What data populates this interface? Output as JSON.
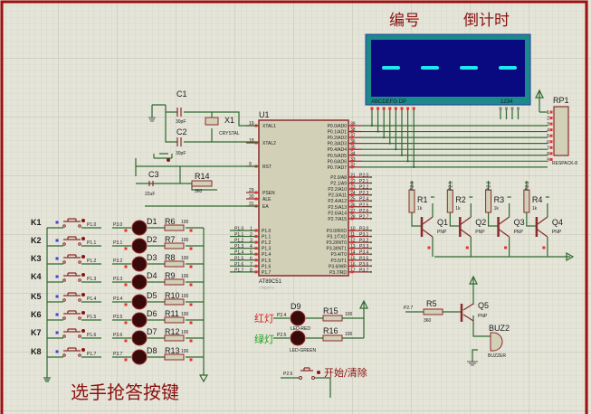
{
  "titles": {
    "number": "编号",
    "countdown": "倒计时",
    "keys_title": "选手抢答按键",
    "red_light": "红灯",
    "green_light": "绿灯",
    "start_clear": "开始/清除"
  },
  "display": {
    "segments_label": "ABCDEFG  DP",
    "digits_label": "1234",
    "digits": [
      "-",
      "-",
      "-",
      "-"
    ]
  },
  "mcu": {
    "ref": "U1",
    "part": "AT89C51",
    "text": "<TEXT>",
    "left_pins": [
      {
        "num": "19",
        "name": "XTAL1"
      },
      {
        "num": "18",
        "name": "XTAL2"
      },
      {
        "num": "9",
        "name": "RST"
      },
      {
        "num": "29",
        "name": "PSEN"
      },
      {
        "num": "30",
        "name": "ALE"
      },
      {
        "num": "31",
        "name": "EA"
      }
    ],
    "p1_pins": [
      {
        "num": "1",
        "name": "P1.0"
      },
      {
        "num": "2",
        "name": "P1.1"
      },
      {
        "num": "3",
        "name": "P1.2"
      },
      {
        "num": "4",
        "name": "P1.3"
      },
      {
        "num": "5",
        "name": "P1.4"
      },
      {
        "num": "6",
        "name": "P1.5"
      },
      {
        "num": "7",
        "name": "P1.6"
      },
      {
        "num": "8",
        "name": "P1.7"
      }
    ],
    "p0_pins": [
      {
        "num": "39",
        "name": "P0.0/AD0"
      },
      {
        "num": "38",
        "name": "P0.1/AD1"
      },
      {
        "num": "37",
        "name": "P0.2/AD2"
      },
      {
        "num": "36",
        "name": "P0.3/AD3"
      },
      {
        "num": "35",
        "name": "P0.4/AD4"
      },
      {
        "num": "34",
        "name": "P0.5/AD5"
      },
      {
        "num": "33",
        "name": "P0.6/AD6"
      },
      {
        "num": "32",
        "name": "P0.7/AD7"
      }
    ],
    "p2_pins": [
      {
        "num": "21",
        "name": "P2.0/A8"
      },
      {
        "num": "22",
        "name": "P2.1/A9"
      },
      {
        "num": "23",
        "name": "P2.2/A10"
      },
      {
        "num": "24",
        "name": "P2.3/A11"
      },
      {
        "num": "25",
        "name": "P2.4/A12"
      },
      {
        "num": "26",
        "name": "P2.5/A13"
      },
      {
        "num": "27",
        "name": "P2.6/A14"
      },
      {
        "num": "28",
        "name": "P2.7/A15"
      }
    ],
    "p3_pins": [
      {
        "num": "10",
        "name": "P3.0/RXD"
      },
      {
        "num": "11",
        "name": "P3.1/TXD"
      },
      {
        "num": "12",
        "name": "P3.2/INT0"
      },
      {
        "num": "13",
        "name": "P3.3/INT1"
      },
      {
        "num": "14",
        "name": "P3.4/T0"
      },
      {
        "num": "15",
        "name": "P3.5/T1"
      },
      {
        "num": "16",
        "name": "P3.6/WR"
      },
      {
        "num": "17",
        "name": "P3.7/RD"
      }
    ],
    "p2_nets": [
      "P2.0",
      "P2.1",
      "P2.2",
      "P2.3",
      "P2.4",
      "P2.5",
      "P2.6",
      "P2.7"
    ],
    "p3_nets": [
      "P3.0",
      "P3.1",
      "P3.2",
      "P3.3",
      "P3.4",
      "P3.5",
      "P3.6",
      "P3.7"
    ],
    "p1_nets": [
      "P1.0",
      "P1.1",
      "P1.2",
      "P1.3",
      "P1.4",
      "P1.5",
      "P1.6",
      "P1.7"
    ]
  },
  "components": {
    "c1": {
      "ref": "C1",
      "value": "30pF"
    },
    "c2": {
      "ref": "C2",
      "value": "30pF"
    },
    "x1": {
      "ref": "X1",
      "value": "CRYSTAL"
    },
    "c3": {
      "ref": "C3",
      "value": "22uF"
    },
    "r14": {
      "ref": "R14",
      "value": "360"
    },
    "rp1": {
      "ref": "RP1",
      "value": "RESPACK-8",
      "pins": [
        "1",
        "2",
        "3",
        "4",
        "5",
        "6",
        "7",
        "8",
        "9"
      ]
    },
    "r5": {
      "ref": "R5",
      "value": "360",
      "net": "P2.7"
    },
    "q5": {
      "ref": "Q5",
      "value": "PNP"
    },
    "buz2": {
      "ref": "BUZ2",
      "value": "BUZZER"
    },
    "d9": {
      "ref": "D9",
      "value": "LED-RED",
      "net": "P2.4"
    },
    "d10": {
      "value": "LED-GREEN",
      "net": "P2.5"
    },
    "r15": {
      "ref": "R15",
      "value": "100"
    },
    "r16": {
      "ref": "R16",
      "value": "100"
    },
    "start_net": "P2.6",
    "text_placeholder": "<TEXT>"
  },
  "digit_drivers": [
    {
      "r": "R1",
      "rv": "1k",
      "q": "Q1",
      "qv": "PNP",
      "net": "P2.0"
    },
    {
      "r": "R2",
      "rv": "1k",
      "q": "Q2",
      "qv": "PNP",
      "net": "P2.1"
    },
    {
      "r": "R3",
      "rv": "1k",
      "q": "Q3",
      "qv": "PNP",
      "net": "P2.2"
    },
    {
      "r": "R4",
      "rv": "1k",
      "q": "Q4",
      "qv": "PNP",
      "net": "P2.3"
    }
  ],
  "keys": [
    {
      "key": "K1",
      "net": "P1.0",
      "led_net": "P3.0",
      "led": "D1",
      "r": "R6",
      "rv": "100"
    },
    {
      "key": "K2",
      "net": "P1.1",
      "led_net": "P3.1",
      "led": "D2",
      "r": "R7",
      "rv": "100"
    },
    {
      "key": "K3",
      "net": "P1.2",
      "led_net": "P3.2",
      "led": "D3",
      "r": "R8",
      "rv": "100"
    },
    {
      "key": "K4",
      "net": "P1.3",
      "led_net": "P3.3",
      "led": "D4",
      "r": "R9",
      "rv": "100"
    },
    {
      "key": "K5",
      "net": "P1.4",
      "led_net": "P3.4",
      "led": "D5",
      "r": "R10",
      "rv": "100"
    },
    {
      "key": "K6",
      "net": "P1.5",
      "led_net": "P3.5",
      "led": "D6",
      "r": "R11",
      "rv": "100"
    },
    {
      "key": "K7",
      "net": "P1.6",
      "led_net": "P3.6",
      "led": "D7",
      "r": "R12",
      "rv": "100"
    },
    {
      "key": "K8",
      "net": "P1.7",
      "led_net": "P3.7",
      "led": "D8",
      "r": "R13",
      "rv": "100"
    }
  ],
  "colors": {
    "wire": "#2f6a2f",
    "component": "#8b2a2a",
    "border": "#a01010",
    "background": "#e4e4d8",
    "display_bg": "#0a0a80",
    "display_frame": "#1c8a8a",
    "segment_on": "#20e8f0",
    "title": "#8b1010",
    "red_label": "#e02020",
    "green_label": "#20a020"
  }
}
